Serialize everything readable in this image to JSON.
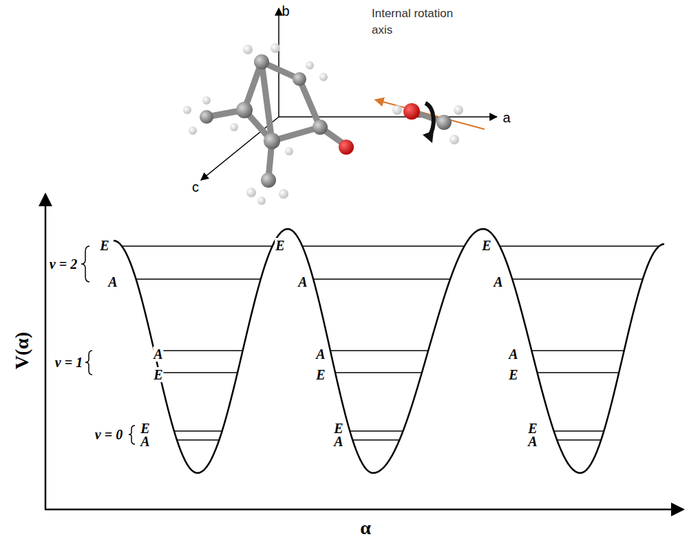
{
  "diagram": {
    "labels": [
      "b",
      "a",
      "c",
      "Internal rotation axis",
      "v = 2",
      "v = 1",
      "v = 0",
      "E",
      "A",
      "A",
      "E",
      "E",
      "A",
      "E",
      "A",
      "A",
      "E",
      "E",
      "A",
      "E",
      "A",
      "A",
      "E",
      "E",
      "A",
      "V(α)",
      "α"
    ]
  }
}
